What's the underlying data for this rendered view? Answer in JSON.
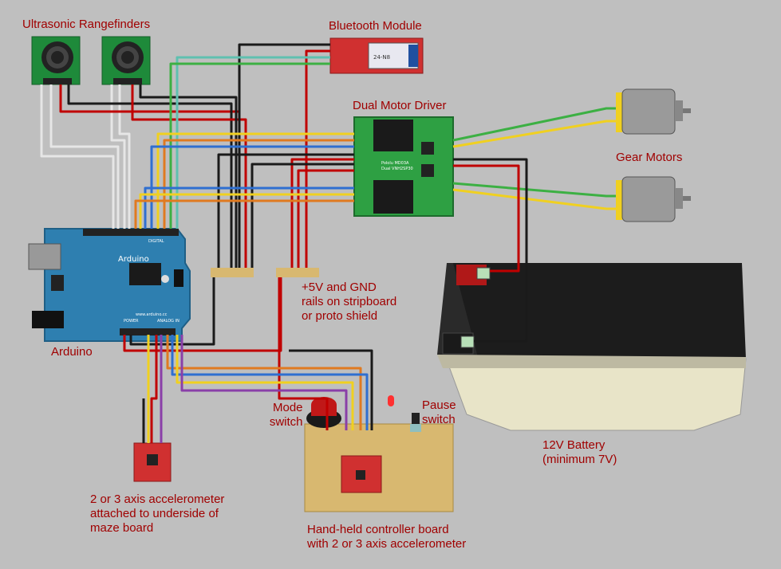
{
  "labels": {
    "rangefinders": "Ultrasonic Rangefinders",
    "bluetooth": "Bluetooth Module",
    "motor_driver": "Dual Motor Driver",
    "gear_motors": "Gear Motors",
    "arduino": "Arduino",
    "rails": [
      "+5V and GND",
      "rails on stripboard",
      "or proto shield"
    ],
    "mode_switch": [
      "Mode",
      "switch"
    ],
    "pause_switch": [
      "Pause",
      "switch"
    ],
    "battery": [
      "12V Battery",
      "(minimum 7V)"
    ],
    "accel": [
      "2 or 3 axis accelerometer",
      "attached to underside of",
      "maze board"
    ],
    "controller": [
      "Hand-held controller board",
      "with 2 or 3 axis accelerometer"
    ]
  },
  "board_text": {
    "arduino_logo": "Arduino",
    "arduino_url": "www.arduino.cc",
    "digital": "DIGITAL",
    "analog_in": "ANALOG IN",
    "power": "POWER",
    "motor_driver_name": "Pololu MD03A",
    "motor_driver_chip": "Dual VNH2SP30",
    "bt_chip": "24-N8"
  },
  "colors": {
    "wire_red": "#c00000",
    "wire_black": "#1a1a1a",
    "wire_yellow": "#f0d020",
    "wire_blue": "#2f6fd0",
    "wire_green": "#3cb043",
    "wire_grey": "#e6e6e6",
    "wire_purple": "#8a3fa8",
    "wire_orange": "#e07a20",
    "wire_teal": "#5fc0b0",
    "label": "#a00000",
    "arduino": "#2e7fb0",
    "motor_board": "#2ea043",
    "sensor_board": "#1e8a3a",
    "red_board": "#d03030",
    "battery": "#e8e4c8",
    "stripboard": "#d8b870"
  }
}
